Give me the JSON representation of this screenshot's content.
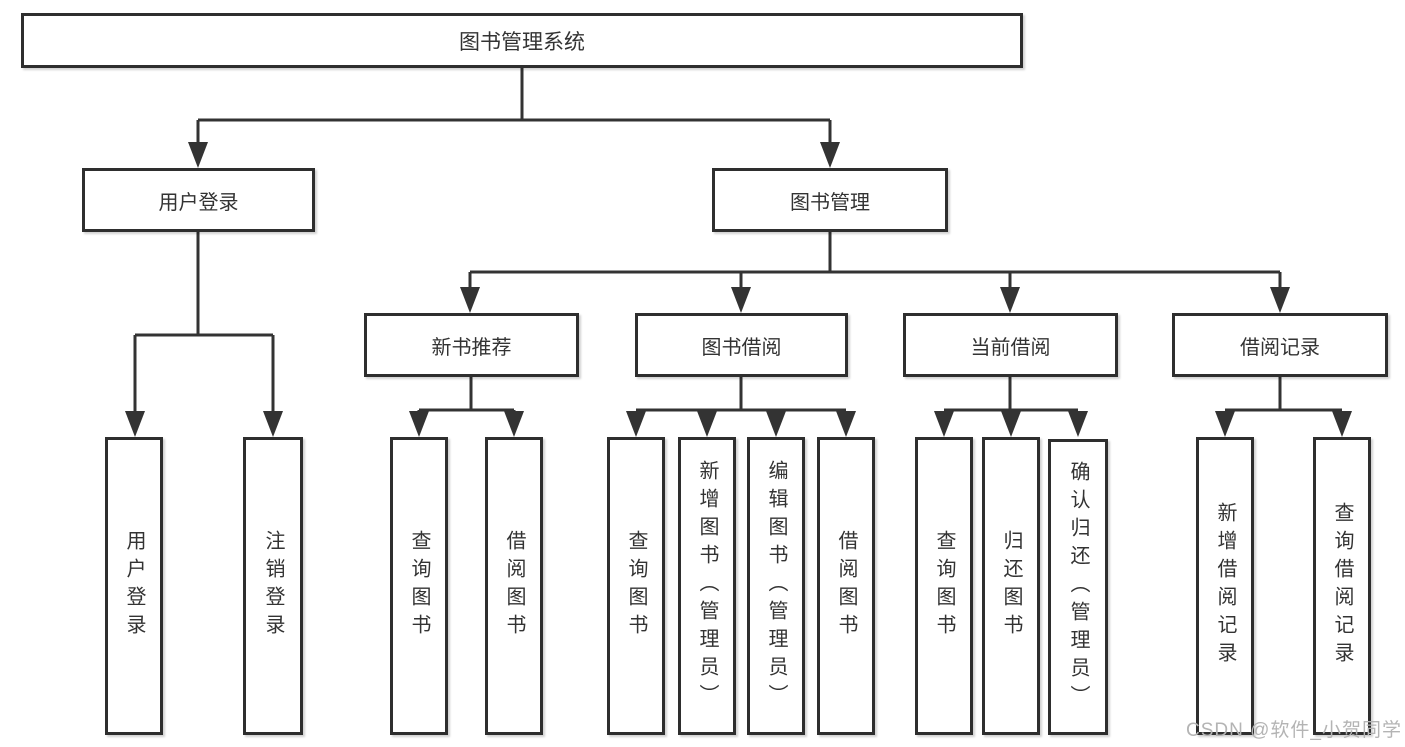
{
  "diagram": {
    "root": {
      "label": "图书管理系统"
    },
    "level2": {
      "user_login": {
        "label": "用户登录"
      },
      "book_management": {
        "label": "图书管理"
      }
    },
    "level3": {
      "new_book_recommend": {
        "label": "新书推荐"
      },
      "book_borrow": {
        "label": "图书借阅"
      },
      "current_borrow": {
        "label": "当前借阅"
      },
      "borrow_records": {
        "label": "借阅记录"
      }
    },
    "leaves": {
      "user_login_login": "用户登录",
      "user_login_logout": "注销登录",
      "recommend_query_books": "查询图书",
      "recommend_borrow_books": "借阅图书",
      "borrow_query_books": "查询图书",
      "borrow_add_books_admin": "新增图书（管理员）",
      "borrow_edit_books_admin": "编辑图书（管理员）",
      "borrow_borrow_books": "借阅图书",
      "current_query_books": "查询图书",
      "current_return_books": "归还图书",
      "current_confirm_return_admin": "确认归还（管理员）",
      "records_add_record": "新增借阅记录",
      "records_query_record": "查询借阅记录"
    }
  },
  "watermark": {
    "text": "CSDN @软件_小贺同学"
  },
  "colors": {
    "line": "#333333",
    "box_border": "#2e2e2e",
    "text": "#333333",
    "watermark": "#b4b4b4",
    "background": "#ffffff"
  }
}
